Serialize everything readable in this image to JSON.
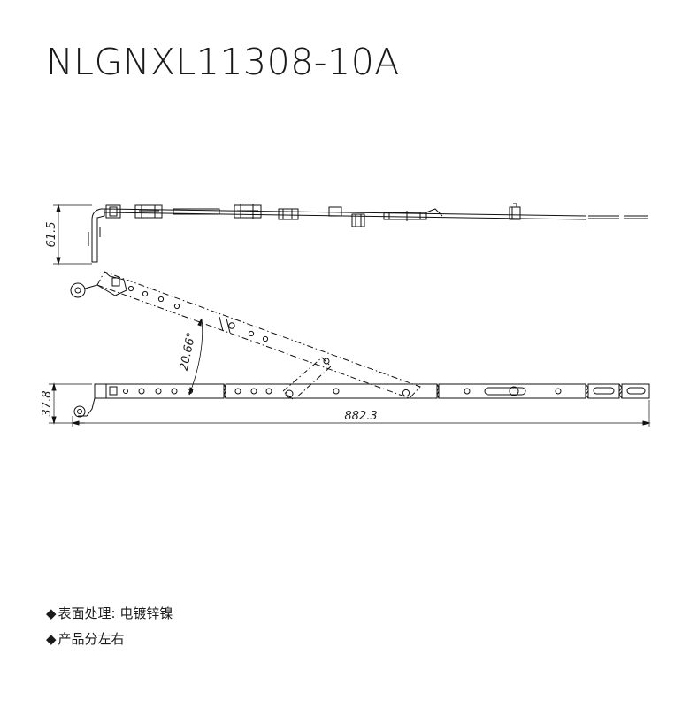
{
  "title": "NLGNXL11308-10A",
  "dimensions": {
    "height_top": "61.5",
    "height_bottom": "37.8",
    "length": "882.3",
    "angle": "20.66°"
  },
  "notes": [
    {
      "marker": "◆",
      "text": "表面处理: 电镀锌镍"
    },
    {
      "marker": "◆",
      "text": "产品分左右"
    }
  ]
}
